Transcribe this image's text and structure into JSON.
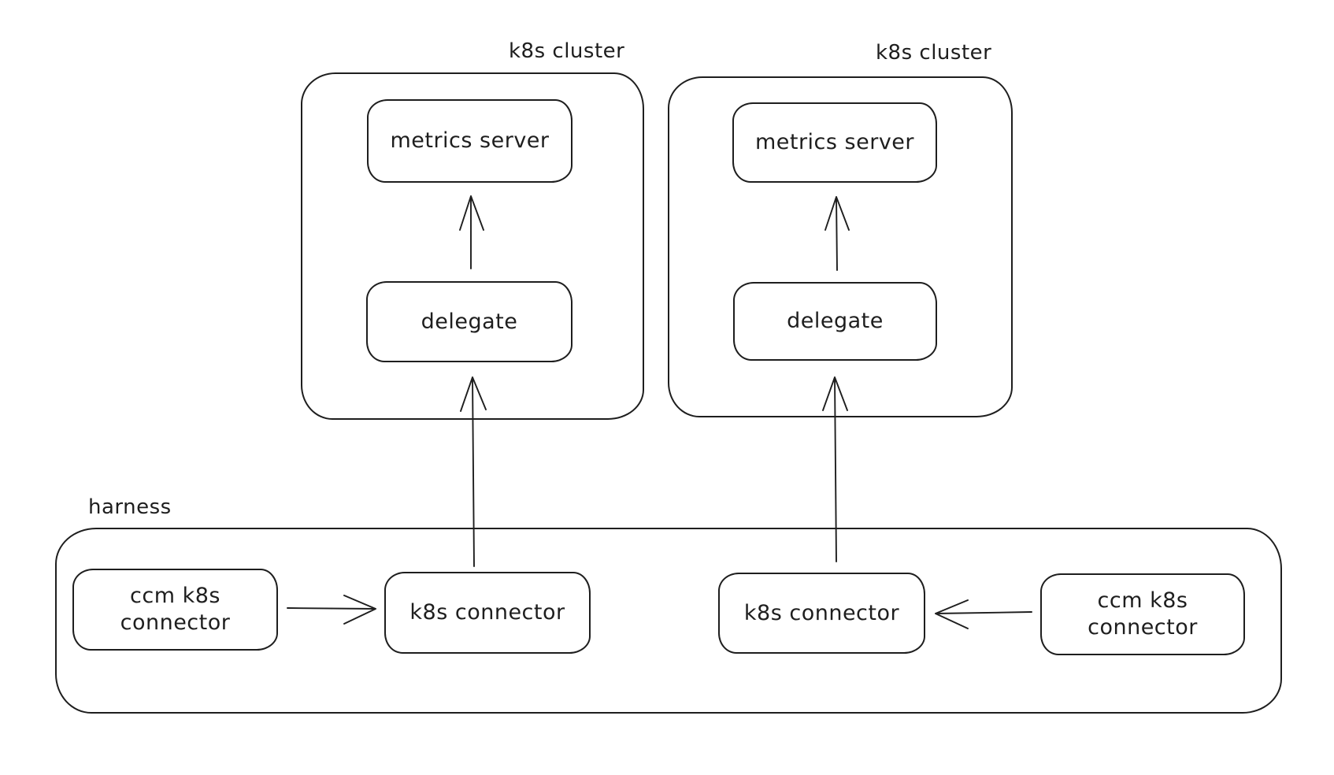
{
  "canvas": {
    "background": "#ffffff",
    "stroke_color": "#1e1e1e"
  },
  "clusters": [
    {
      "label": "k8s cluster",
      "metrics_server_label": "metrics server",
      "delegate_label": "delegate"
    },
    {
      "label": "k8s cluster",
      "metrics_server_label": "metrics server",
      "delegate_label": "delegate"
    }
  ],
  "harness": {
    "label": "harness",
    "nodes": [
      {
        "line1": "ccm k8s",
        "line2": "connector"
      },
      {
        "label": "k8s connector"
      },
      {
        "label": "k8s connector"
      },
      {
        "line1": "ccm k8s",
        "line2": "connector"
      }
    ]
  },
  "edges": [
    {
      "from": "delegate (left cluster)",
      "to": "metrics server (left cluster)",
      "direction": "up"
    },
    {
      "from": "delegate (right cluster)",
      "to": "metrics server (right cluster)",
      "direction": "up"
    },
    {
      "from": "k8s connector (left, harness)",
      "to": "delegate (left cluster)",
      "direction": "up"
    },
    {
      "from": "k8s connector (right, harness)",
      "to": "delegate (right cluster)",
      "direction": "up"
    },
    {
      "from": "ccm k8s connector (left)",
      "to": "k8s connector (left)",
      "direction": "right"
    },
    {
      "from": "ccm k8s connector (right)",
      "to": "k8s connector (right)",
      "direction": "left"
    }
  ]
}
